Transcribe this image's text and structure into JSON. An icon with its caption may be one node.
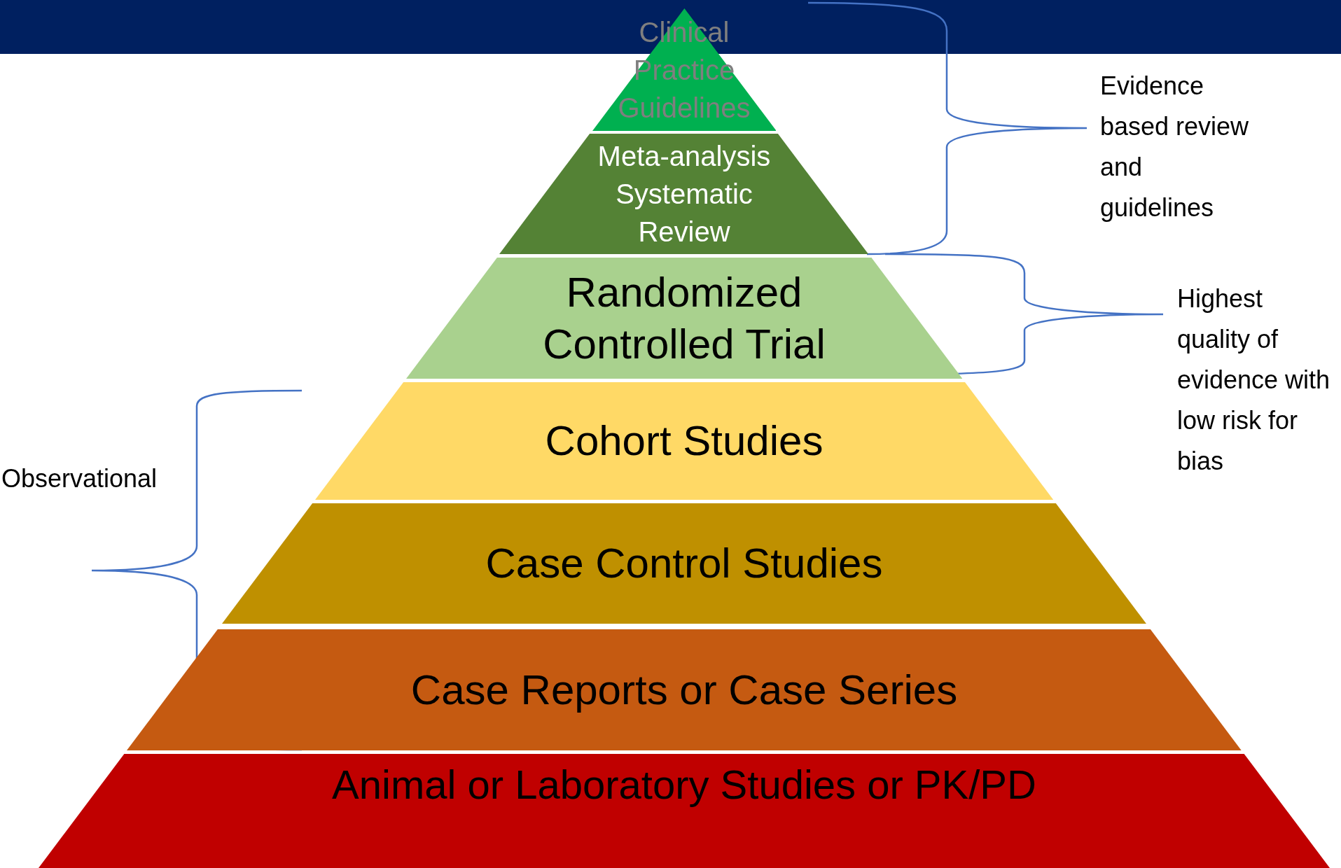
{
  "diagram": {
    "nodes": [
      {
        "text": [
          "Clinical Practice Guidelines"
        ]
      },
      {
        "text": [
          "Meta-analysis Systematic Review"
        ]
      },
      {
        "text": [
          "Randomized Controlled Trial"
        ]
      },
      {
        "text": [
          "Cohort Studies"
        ]
      },
      {
        "text": [
          "Case Control Studies"
        ]
      },
      {
        "text": [
          "Case Reports or Case Series"
        ]
      },
      {
        "text": [
          "Animal or Laboratory Studies or PK/PD"
        ]
      }
    ],
    "labels": [
      "Evidence based review and guidelines",
      "Highest quality of evidence with low risk for bias",
      "Observational"
    ]
  }
}
